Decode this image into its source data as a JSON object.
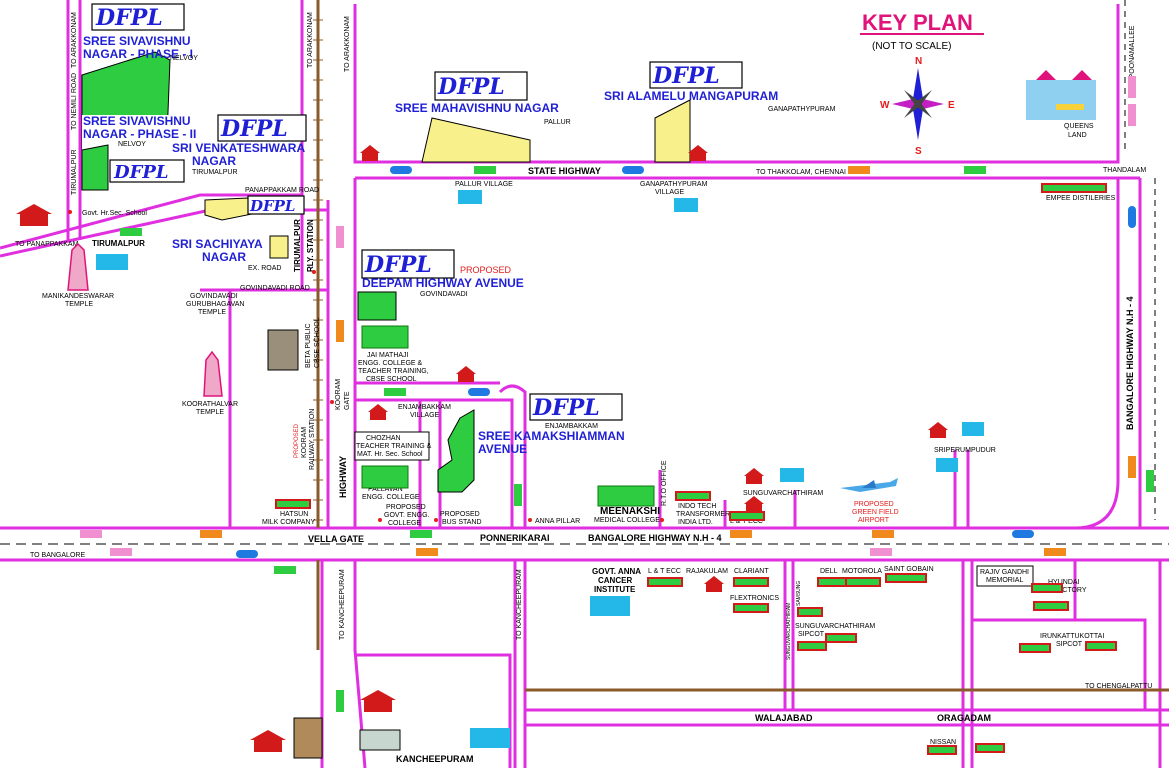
{
  "key_plan": {
    "title": "KEY PLAN",
    "subtitle": "(NOT TO SCALE)"
  },
  "compass": {
    "n": "N",
    "s": "S",
    "e": "E",
    "w": "W"
  },
  "brand": "DFPL",
  "projects": {
    "sivavishnu1": "SREE SIVAVISHNU NAGAR - PHASE - I",
    "sivavishnu1_l1": "SREE SIVAVISHNU",
    "sivavishnu1_l2": "NAGAR - PHASE - I",
    "sivavishnu2_l1": "SREE SIVAVISHNU",
    "sivavishnu2_l2": "NAGAR - PHASE - II",
    "venkatesh_l1": "SRI VENKATESHWARA",
    "venkatesh_l2": "NAGAR",
    "sachiyaya_l1": "SRI SACHIYAYA",
    "sachiyaya_l2": "NAGAR",
    "mahavishnu": "SREE MAHAVISHNU NAGAR",
    "alamelu": "SRI ALAMELU MANGAPURAM",
    "deepam_proposed": "PROPOSED",
    "deepam": "DEEPAM HIGHWAY AVENUE",
    "kamakshi_l1": "SREE KAMAKSHIAMMAN",
    "kamakshi_l2": "AVENUE"
  },
  "roads": {
    "state_highway": "STATE HIGHWAY",
    "to_thakkolam": "TO THAKKOLAM, CHENNAI",
    "to_poonamallee": "TO POONAMALLEE",
    "bangalore_highway_v": "BANGALORE HIGHWAY N.H - 4",
    "bangalore_highway_h": "BANGALORE HIGHWAY N.H - 4",
    "vella_gate": "VELLA GATE",
    "ponnerikarai": "PONNERIKARAI",
    "to_bangalore": "TO BANGALORE",
    "highway_v": "HIGHWAY",
    "to_kancheepuram1": "TO KANCHEEPURAM",
    "to_kancheepuram2": "TO KANCHEEPURAM",
    "to_chengalpattu": "TO CHENGALPATTU",
    "walajabad": "WALAJABAD",
    "oragadam": "ORAGADAM",
    "kancheepuram": "KANCHEEPURAM",
    "to_arakkonam1": "TO ARAKKONAM",
    "to_arakkonam2": "TO ARAKKONAM",
    "to_arakkonam3": "TO ARAKKONAM",
    "to_nemili": "TO NEMILI ROAD",
    "tirumalpur_road": "TIRUMALPUR",
    "to_panappakkam": "TO PANAPPAKKAM",
    "panappakkam_road": "PANAPPAKKAM ROAD",
    "ex_road": "EX. ROAD",
    "govindavadi_road": "GOVINDAVADI ROAD",
    "sungu_road": "SUNGUVARCHATHIRAM"
  },
  "places": {
    "nelvoy1": "NELVOY",
    "nelvoy2": "NELVOY",
    "tirumalpur_v": "TIRUMALPUR",
    "pallur": "PALLUR",
    "ganapathypuram": "GANAPATHYPURAM",
    "queens_land_1": "QUEENS",
    "queens_land_2": "LAND",
    "thandalam": "THANDALAM",
    "pallur_village": "PALLUR  VILLAGE",
    "ganapathypuram_village_1": "GANAPATHYPURAM",
    "ganapathypuram_village_2": "VILLAGE",
    "empee": "EMPEE DISTILERIES",
    "govt_school": "Govt. Hr.Sec. School",
    "tirumalpur": "TIRUMALPUR",
    "tirumalpur_rly_1": "TIRUMALPUR",
    "tirumalpur_rly_2": "RLY. STATION",
    "manikandeswarar_1": "MANIKANDESWARAR",
    "manikandeswarar_2": "TEMPLE",
    "govindavadi_1": "GOVINDAVADI",
    "govindavadi_2": "GURUBHAGAVAN",
    "govindavadi_3": "TEMPLE",
    "govindavadi_label": "GOVINDAVADI",
    "beta_1": "BETA PUBLIC",
    "beta_2": "CBSE SCHOOL",
    "jai_1": "JAI MATHAJI",
    "jai_2": "ENGG. COLLEGE &",
    "jai_3": "TEACHER TRAINING,",
    "jai_4": "CBSE SCHOOL",
    "koorathalvar_1": "KOORATHALVAR",
    "koorathalvar_2": "TEMPLE",
    "kooram_gate_1": "KOORAM",
    "kooram_gate_2": "GATE",
    "proposed_kooram_1": "PROPOSED",
    "proposed_kooram_2": "KOORAM",
    "proposed_kooram_3": "RAILWAY STATION",
    "hatsun_1": "HATSUN",
    "hatsun_2": "MILK COMPANY",
    "enjambakkam_1": "ENJAMBAKKAM",
    "enjambakkam_2": "VILLAGE",
    "enjambakkam_r": "ENJAMBAKKAM",
    "chozhan_1": "CHOZHAN",
    "chozhan_2": "TEACHER TRAINING &",
    "chozhan_3": "MAT. Hr. Sec. School",
    "pallavan_1": "PALLAVAN",
    "pallavan_2": "ENGG. COLLEGE",
    "prop_govt_1": "PROPOSED",
    "prop_govt_2": "GOVT. ENGG.",
    "prop_govt_3": "COLLEGE",
    "prop_bus_1": "PROPOSED",
    "prop_bus_2": "BUS STAND",
    "anna_pillar": "ANNA PILLAR",
    "meenakshi": "MEENAKSHI",
    "meenakshi_2": "MEDICAL COLLEGE",
    "rto": "R.T.O OFFICE",
    "indo_1": "INDO TECH",
    "indo_2": "TRANSFORMER",
    "indo_3": "INDIA LTD.",
    "sungu": "SUNGUVARCHATHIRAM",
    "lt_ecc": "L & T ECC",
    "airport_1": "PROPOSED",
    "airport_2": "GREEN FIELD",
    "airport_3": "AIRPORT",
    "sriperumpudur": "SRIPERUMPUDUR",
    "govt_anna_1": "GOVT. ANNA",
    "govt_anna_2": "CANCER",
    "govt_anna_3": "INSTITUTE",
    "lt_ecc2": "L & T ECC",
    "rajakulam": "RAJAKULAM",
    "clariant": "CLARIANT",
    "flextronics": "FLEXTRONICS",
    "samsung": "SAMSUNG",
    "dell": "DELL",
    "motorola": "MOTOROLA",
    "saint_gobain": "SAINT GOBAIN",
    "sungu_sipcot_1": "SUNGUVARCHATHIRAM",
    "sungu_sipcot_2": "SIPCOT",
    "rajiv_1": "RAJIV GANDHI",
    "rajiv_2": "MEMORIAL",
    "hyundai_1": "HYUNDAI",
    "hyundai_2": "CAR FACTORY",
    "irunkattu_1": "IRUNKATTUKOTTAI",
    "irunkattu_2": "SIPCOT",
    "nissan": "NISSAN"
  },
  "colors": {
    "road": "#e02fe0",
    "project": "#f8f08a",
    "green": "#2ecc40",
    "railway": "#8b5a2b",
    "text_blue": "#1f1fd6",
    "accent_pink": "#e0137a"
  }
}
